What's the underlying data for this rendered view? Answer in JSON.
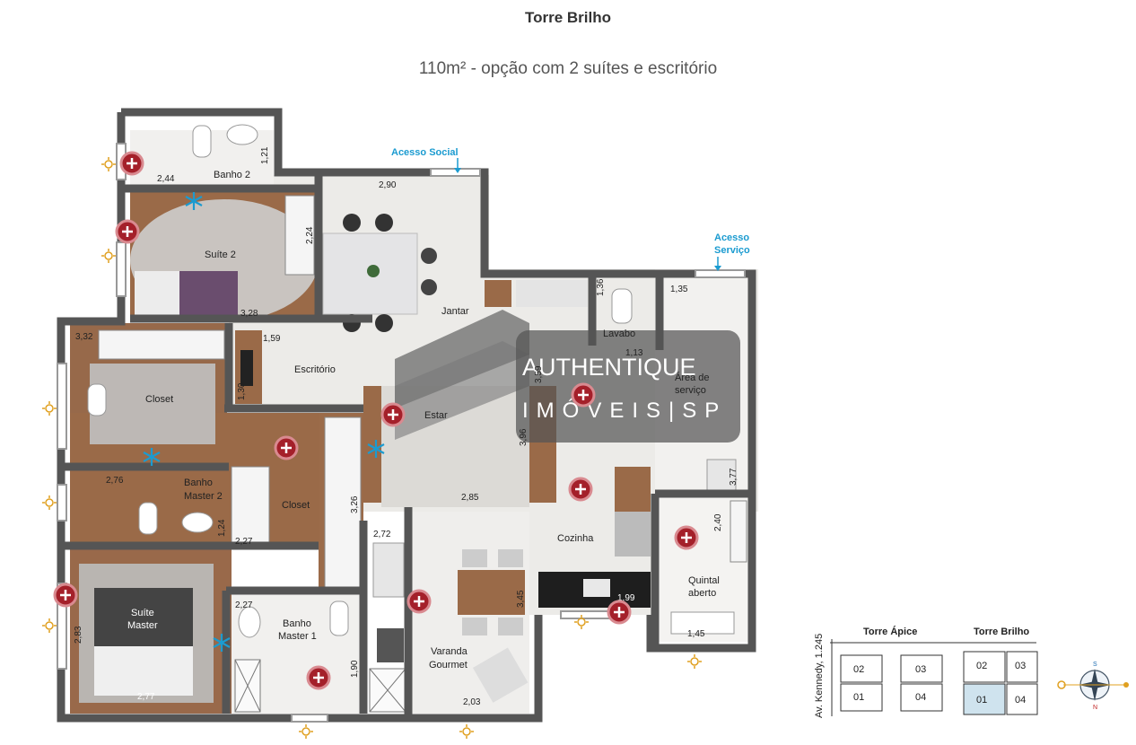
{
  "header": {
    "title": "Torre Brilho",
    "subtitle": "110m² - opção com 2 suítes e escritório"
  },
  "plan": {
    "rooms": {
      "banho2": "Banho 2",
      "suite2": "Suíte 2",
      "closet1": "Closet",
      "escritorio": "Escritório",
      "jantar": "Jantar",
      "estar": "Estar",
      "lavabo": "Lavabo",
      "area_servico_1": "Área de",
      "area_servico_2": "serviço",
      "banho_master2_1": "Banho",
      "banho_master2_2": "Master 2",
      "closet2": "Closet",
      "cozinha": "Cozinha",
      "quintal_1": "Quintal",
      "quintal_2": "aberto",
      "suite_master_1": "Suíte",
      "suite_master_2": "Master",
      "banho_master1_1": "Banho",
      "banho_master1_2": "Master 1",
      "varanda_1": "Varanda",
      "varanda_2": "Gourmet"
    },
    "access": {
      "social": "Acesso Social",
      "servico_1": "Acesso",
      "servico_2": "Serviço"
    },
    "dimensions": {
      "d_244": "2,44",
      "d_121": "1,21",
      "d_290": "2,90",
      "d_224": "2,24",
      "d_328": "3,28",
      "d_136": "1,36",
      "d_135": "1,35",
      "d_332": "3,32",
      "d_159": "1,59",
      "d_113": "1,13",
      "d_130": "1,30",
      "d_359": "3,59",
      "d_396": "3,96",
      "d_276": "2,76",
      "d_285": "2,85",
      "d_377": "3,77",
      "d_124": "1,24",
      "d_227a": "2,27",
      "d_326": "3,26",
      "d_272": "2,72",
      "d_240": "2,40",
      "d_345": "3,45",
      "d_283": "2,83",
      "d_227b": "2,27",
      "d_199": "1,99",
      "d_145": "1,45",
      "d_190": "1,90",
      "d_277": "2,77",
      "d_203": "2,03"
    },
    "watermark": {
      "line1": "AUTHENTIQUE",
      "line2": "IMÓVEIS|SP"
    }
  },
  "key_map": {
    "street": "Av. Kennedy, 1.245",
    "tower_apice": "Torre Ápice",
    "tower_brilho": "Torre Brilho",
    "units": [
      "02",
      "03",
      "01",
      "04"
    ],
    "highlighted_unit": "01",
    "compass": {
      "n": "N",
      "s": "S"
    }
  },
  "colors": {
    "wall": "#555555",
    "wood_floor": "#9a6a48",
    "tile_floor": "#ecebe8",
    "marker": "#a4202a",
    "accent_blue": "#1b9bd0",
    "highlight_unit": "#cfe3ee"
  }
}
